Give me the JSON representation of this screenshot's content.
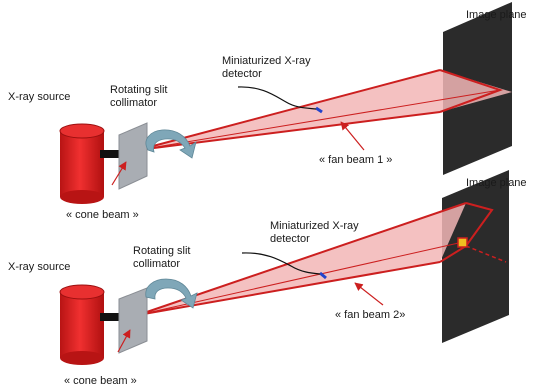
{
  "labels": {
    "image_plane_1": "Image plane",
    "image_plane_2": "Image plane",
    "source_1": "X-ray source",
    "source_2": "X-ray source",
    "collimator_1_line1": "Rotating slit",
    "collimator_1_line2": "collimator",
    "collimator_2_line1": "Rotating slit",
    "collimator_2_line2": "collimator",
    "detector_1_line1": "Miniaturized X-ray",
    "detector_1_line2": "detector",
    "detector_2_line1": "Miniaturized X-ray",
    "detector_2_line2": "detector",
    "fan_beam_1": "« fan beam 1 »",
    "fan_beam_2": "« fan beam 2»",
    "cone_beam_1": "« cone beam »",
    "cone_beam_2": "« cone beam »"
  },
  "colors": {
    "beam_red": "#cc1f1f",
    "beam_fill": "#f2b6b6",
    "cylinder_red": "#e02020",
    "plane_dark": "#2b2b2b",
    "collimator_grey": "#a9adb3",
    "arrow_teal": "#7fa7b8",
    "detector_blue": "#2244cc",
    "hotspot_yellow": "#f0c020"
  }
}
